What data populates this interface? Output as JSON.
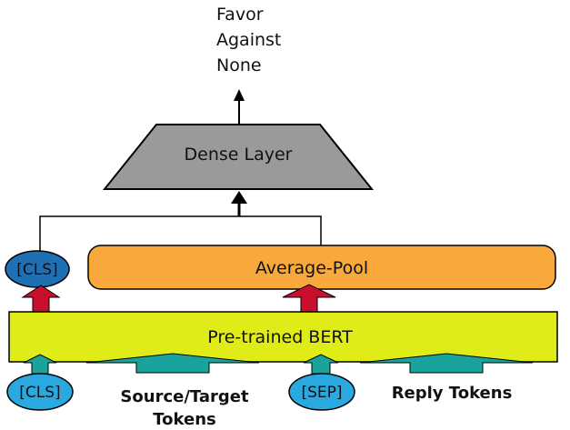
{
  "outputs": {
    "labels": [
      "Favor",
      "Against",
      "None"
    ]
  },
  "dense_layer": {
    "label": "Dense Layer",
    "color": "#9a9a9a"
  },
  "average_pool": {
    "label": "Average-Pool",
    "color": "#f9a93b"
  },
  "bert": {
    "label": "Pre-trained BERT",
    "color": "#e0ec17"
  },
  "cls_output": {
    "label": "[CLS]",
    "color": "#1f6fb5"
  },
  "inputs": {
    "cls": "[CLS]",
    "source_target_line1": "Source/Target",
    "source_target_line2": "Tokens",
    "sep": "[SEP]",
    "reply": "Reply Tokens",
    "color": "#29a9e0"
  },
  "arrows": {
    "up_color": "#1aa39a",
    "pool_color": "#c8102e"
  }
}
